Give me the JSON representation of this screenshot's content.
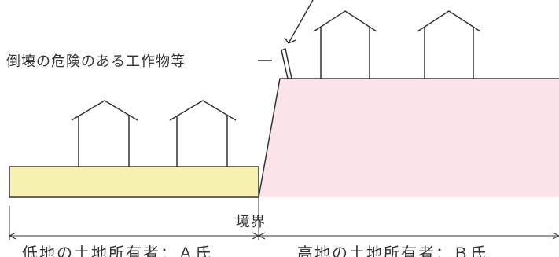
{
  "labels": {
    "hazard": "倒壊の危険のある工作物等",
    "boundary": "境界",
    "owner_a": "低地の土地所有者：Ａ氏",
    "owner_b": "高地の土地所有者：Ｂ氏"
  },
  "colors": {
    "lowland": "#f7f2b0",
    "highland": "#fbe4ea",
    "line": "#333333"
  },
  "houses": {
    "lowland_count": 2,
    "highland_count": 2
  },
  "icons": {
    "hazard_pointer": "arrow-icon",
    "boundary_dimension": "double-arrow-icon"
  }
}
